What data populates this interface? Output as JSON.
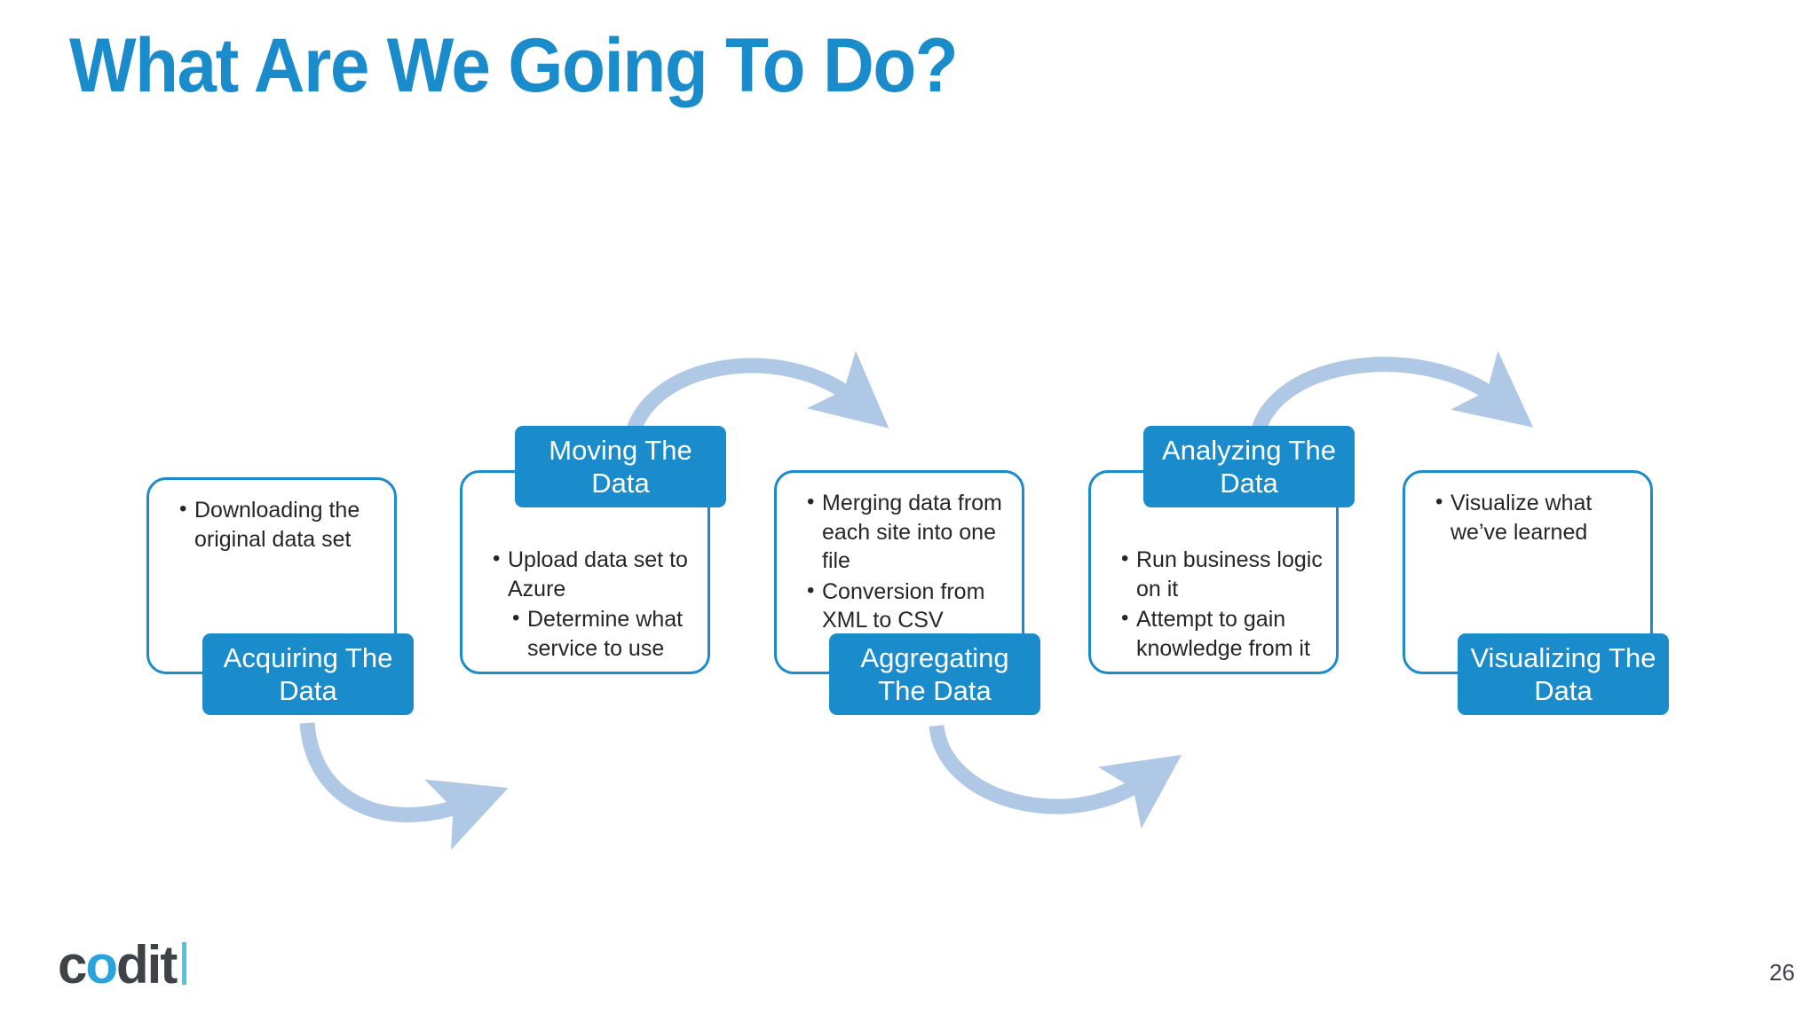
{
  "slide": {
    "title": "What Are We Going To Do?",
    "page_number": "26",
    "accent_color": "#1B8CCB",
    "arrow_color": "#AEC8E6",
    "body_text_color": "#262626"
  },
  "logo": {
    "part1": "c",
    "part2": "o",
    "part3": "dit",
    "bar_color": "#4FC3E8",
    "text_color": "#3F4247"
  },
  "diagram": {
    "type": "process-flow",
    "direction": "left-to-right serpentine",
    "steps": [
      {
        "label": "Acquiring The Data",
        "label_position": "bottom-right",
        "bullets": [
          {
            "text": "Downloading the original data set",
            "level": 1
          }
        ]
      },
      {
        "label": "Moving The Data",
        "label_position": "top-left",
        "bullets": [
          {
            "text": "Upload data set to Azure",
            "level": 1
          },
          {
            "text": "Determine what service to use",
            "level": 2
          }
        ]
      },
      {
        "label": "Aggregating The Data",
        "label_position": "bottom-right",
        "bullets": [
          {
            "text": "Merging data from each site into one file",
            "level": 1
          },
          {
            "text": "Conversion from XML to CSV",
            "level": 1
          }
        ]
      },
      {
        "label": "Analyzing The Data",
        "label_position": "top-left",
        "bullets": [
          {
            "text": "Run business logic on it",
            "level": 1
          },
          {
            "text": "Attempt to gain knowledge from it",
            "level": 1
          }
        ]
      },
      {
        "label": "Visualizing The Data",
        "label_position": "bottom-right",
        "bullets": [
          {
            "text": "Visualize what we’ve learned",
            "level": 1
          }
        ]
      }
    ],
    "connectors": [
      {
        "from": "Acquiring The Data",
        "to": "Moving The Data",
        "shape": "arc-below"
      },
      {
        "from": "Moving The Data",
        "to": "Aggregating The Data",
        "shape": "arc-above"
      },
      {
        "from": "Aggregating The Data",
        "to": "Analyzing The Data",
        "shape": "arc-below"
      },
      {
        "from": "Analyzing The Data",
        "to": "Visualizing The Data",
        "shape": "arc-above"
      }
    ]
  }
}
